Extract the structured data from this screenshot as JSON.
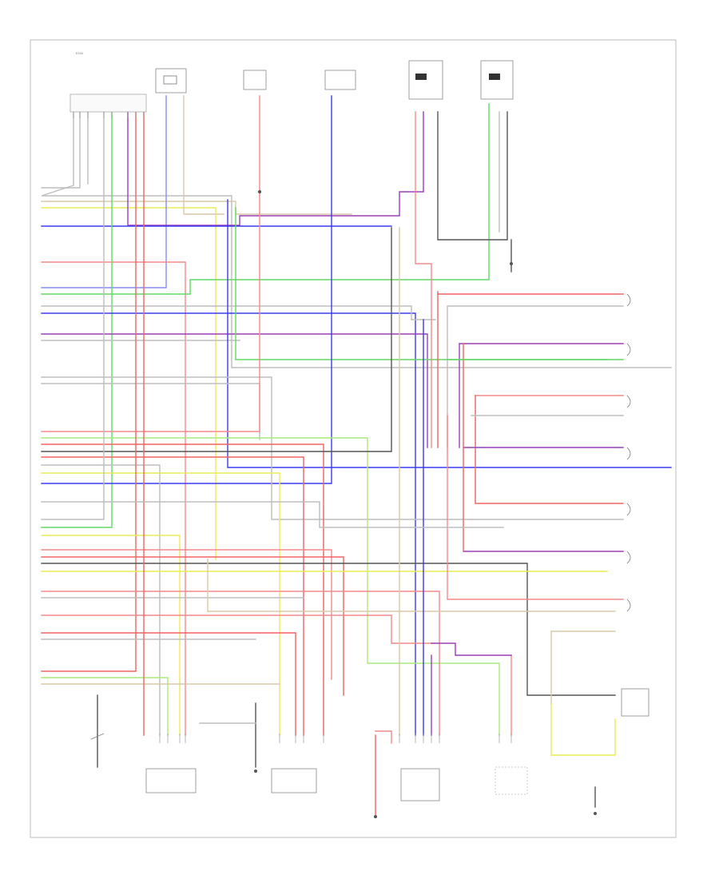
{
  "figure_id": "",
  "components": [
    {
      "id": "ecm",
      "label": ""
    },
    {
      "id": "power-steering-sensor",
      "label": ""
    },
    {
      "id": "maf-sensor",
      "label": ""
    },
    {
      "id": "ect-sensor",
      "label": ""
    },
    {
      "id": "front-o2-sensor",
      "label": ""
    },
    {
      "id": "rear-o2-sensor",
      "label": ""
    },
    {
      "id": "fuel-injectors",
      "label": ""
    },
    {
      "id": "throttle-position-sensor",
      "label": ""
    },
    {
      "id": "crankshaft-position-sensor",
      "label": ""
    },
    {
      "id": "camshaft-position-sensor",
      "label": ""
    },
    {
      "id": "knock-sensor",
      "label": ""
    },
    {
      "id": "idle-air-control-valve",
      "label": ""
    },
    {
      "id": "evap-purge-solenoid",
      "label": ""
    },
    {
      "id": "clutch-pedal-switch",
      "label": ""
    }
  ],
  "grounds": [
    {
      "id": "ground-1",
      "label": ""
    },
    {
      "id": "ground-2",
      "label": ""
    },
    {
      "id": "ground-3",
      "label": ""
    },
    {
      "id": "ground-4",
      "label": ""
    },
    {
      "id": "ground-5",
      "label": ""
    }
  ],
  "wire_colors": {
    "red": "#f06464",
    "pink": "#f28a8a",
    "blue": "#3b3bf0",
    "light-blue": "#8a8af5",
    "green": "#62d862",
    "light-green": "#a8ec7a",
    "yellow": "#e9ec55",
    "purple": "#9a3fb8",
    "black": "#555555",
    "gray": "#bdbdbd",
    "tan": "#d8c9a8",
    "brown": "#b08060"
  }
}
